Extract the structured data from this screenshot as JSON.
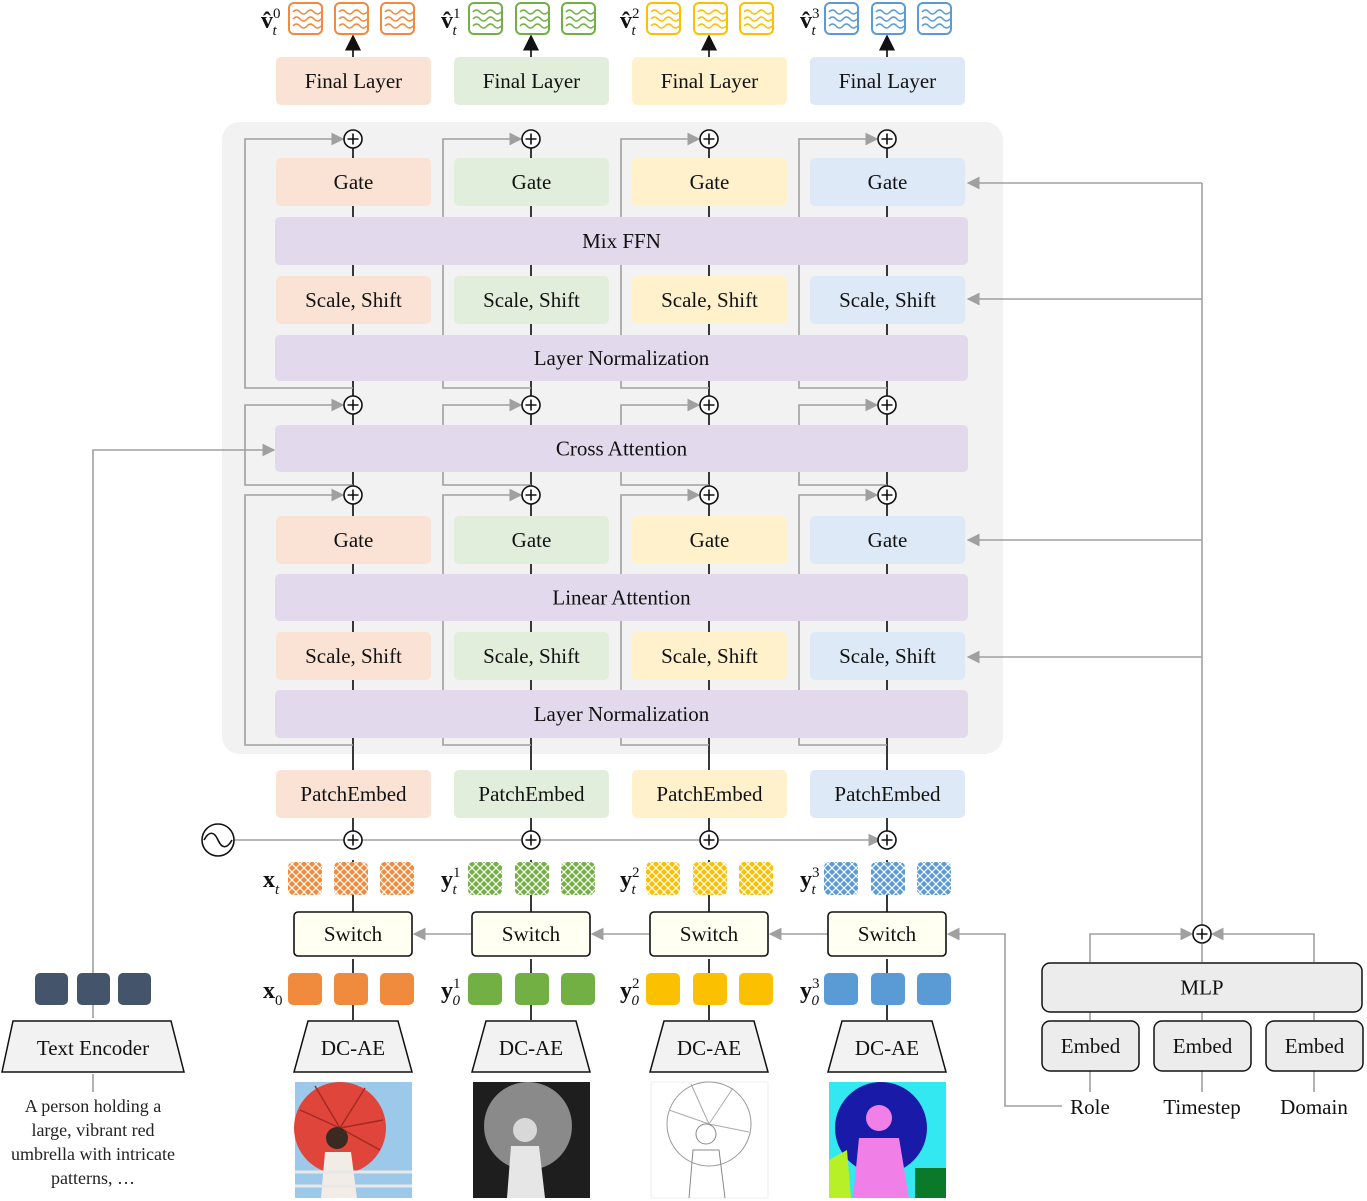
{
  "colors": {
    "stream": [
      "#f08a3c",
      "#72b043",
      "#fbc000",
      "#5b9bd5"
    ],
    "stream_light": [
      "#fae2d5",
      "#e1eedb",
      "#fef1cc",
      "#dde9f7"
    ],
    "purple": "#e3d9ec",
    "panel": "#f2f2f2",
    "line_dark": "#222222",
    "line_gray": "#a0a0a0",
    "switch_fill": "#fffff2",
    "token_dark": "#44546a"
  },
  "outputs": {
    "symbol": "v̂",
    "sub": "t",
    "sup": [
      "0",
      "1",
      "2",
      "3"
    ]
  },
  "streams": {
    "final_layer": "Final Layer",
    "gate": "Gate",
    "scale_shift": "Scale, Shift",
    "patch_embed": "PatchEmbed",
    "switch": "Switch",
    "dc_ae": "DC-AE"
  },
  "shared": {
    "mix_ffn": "Mix FFN",
    "layer_norm": "Layer Normalization",
    "cross_attention": "Cross Attention",
    "linear_attention": "Linear Attention"
  },
  "noisy_labels": [
    {
      "base": "x",
      "sub": "t",
      "sup": ""
    },
    {
      "base": "y",
      "sub": "t",
      "sup": "1"
    },
    {
      "base": "y",
      "sub": "t",
      "sup": "2"
    },
    {
      "base": "y",
      "sub": "t",
      "sup": "3"
    }
  ],
  "clean_labels": [
    {
      "base": "x",
      "sub": "0",
      "sup": ""
    },
    {
      "base": "y",
      "sub": "0",
      "sup": "1"
    },
    {
      "base": "y",
      "sub": "0",
      "sup": "2"
    },
    {
      "base": "y",
      "sub": "0",
      "sup": "3"
    }
  ],
  "text_encoder": {
    "label": "Text Encoder",
    "prompt": "A person holding a large, vibrant red umbrella with intricate patterns, …"
  },
  "conditioning": {
    "mlp": "MLP",
    "embed": "Embed",
    "inputs": [
      "Role",
      "Timestep",
      "Domain"
    ]
  }
}
